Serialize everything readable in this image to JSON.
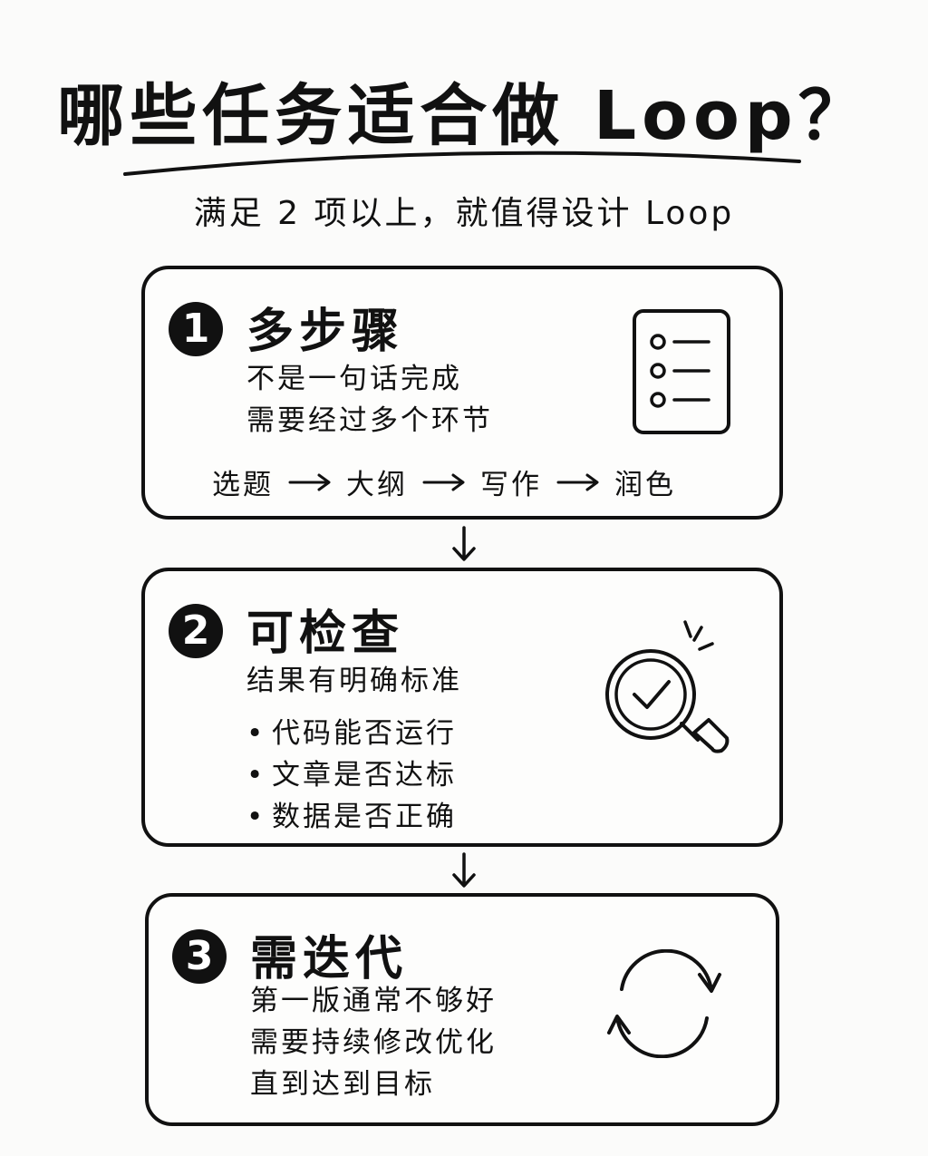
{
  "header": {
    "title": "哪些任务适合做 Loop？",
    "subtitle": "满足 2 项以上，就值得设计 Loop"
  },
  "cards": [
    {
      "number": "1",
      "title": "多步骤",
      "lines": [
        "不是一句话完成",
        "需要经过多个环节"
      ],
      "flow": [
        "选题",
        "大纲",
        "写作",
        "润色"
      ],
      "icon": "checklist-icon"
    },
    {
      "number": "2",
      "title": "可检查",
      "lines": [
        "结果有明确标准"
      ],
      "bullets": [
        "代码能否运行",
        "文章是否达标",
        "数据是否正确"
      ],
      "icon": "magnifier-check-icon"
    },
    {
      "number": "3",
      "title": "需迭代",
      "lines": [
        "第一版通常不够好",
        "需要持续修改优化",
        "直到达到目标"
      ],
      "icon": "refresh-cycle-icon"
    }
  ],
  "colors": {
    "ink": "#111111",
    "paper": "#fbfbfa"
  }
}
